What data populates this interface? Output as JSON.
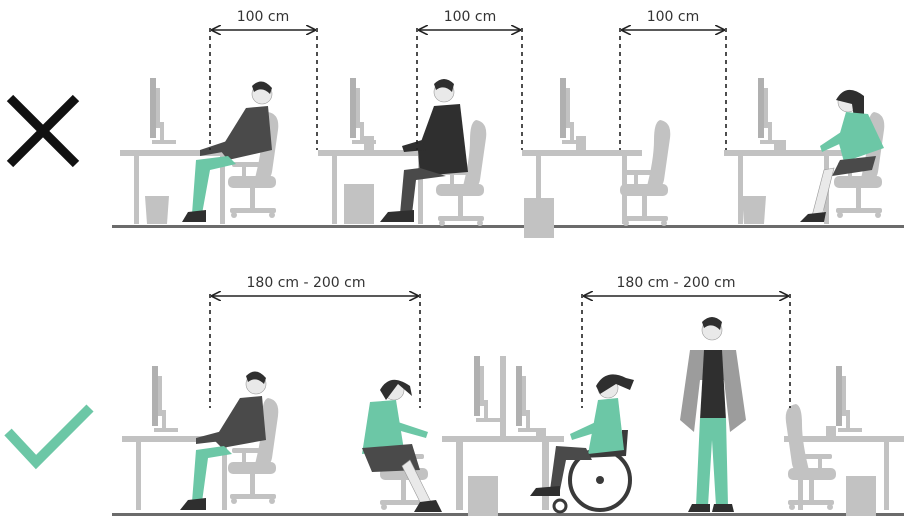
{
  "rows": [
    {
      "verdict": "wrong",
      "mark_icon": "cross-icon",
      "mark_color": "#111111",
      "dimensions": [
        {
          "label": "100 cm"
        },
        {
          "label": "100 cm"
        },
        {
          "label": "100 cm"
        }
      ]
    },
    {
      "verdict": "correct",
      "mark_icon": "check-icon",
      "mark_color": "#6cc7a6",
      "dimensions": [
        {
          "label": "180 cm - 200 cm"
        },
        {
          "label": "180 cm - 200 cm"
        }
      ]
    }
  ],
  "colors": {
    "accent": "#6cc7a6",
    "furniture": "#c2c2c2",
    "floor": "#6b6b6b",
    "dark_clothing": "#4a4a4a"
  }
}
